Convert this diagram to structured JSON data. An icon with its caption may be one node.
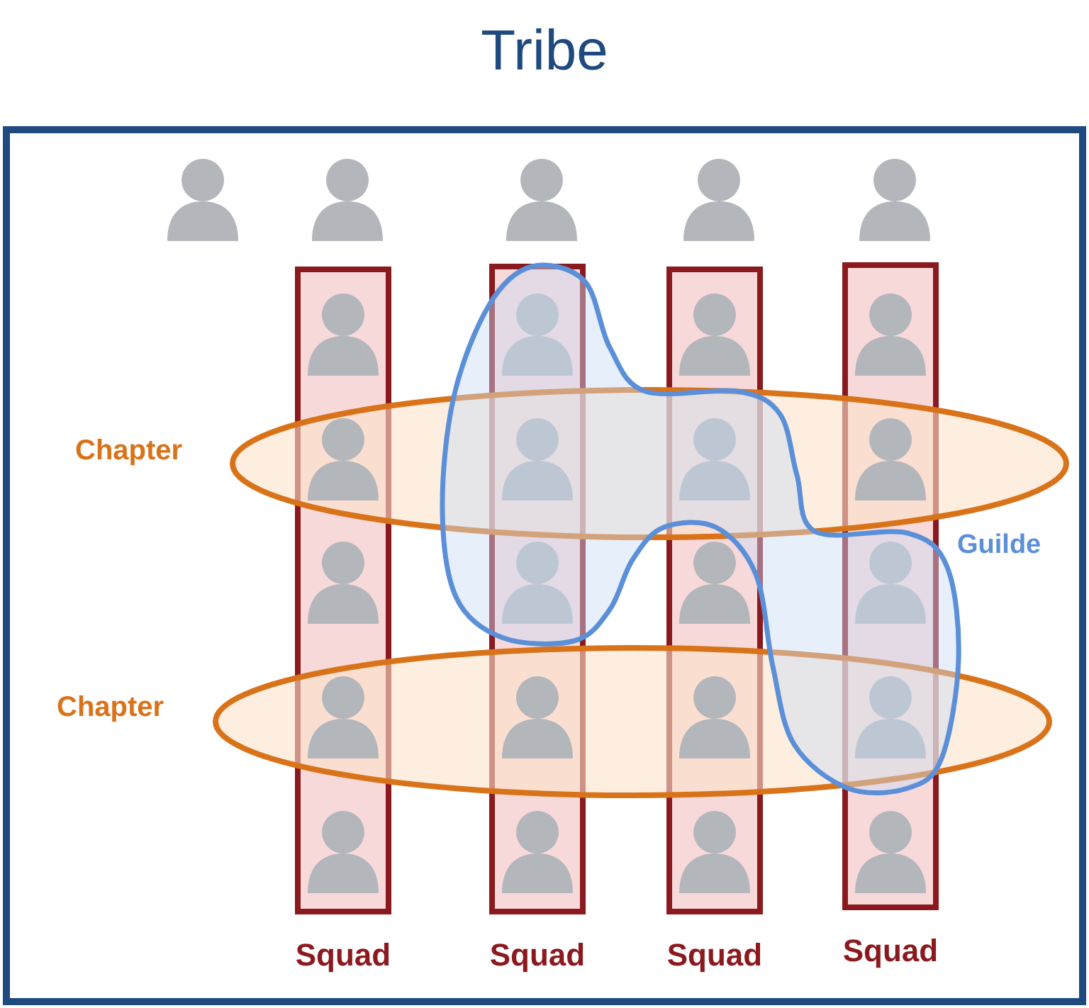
{
  "diagram": {
    "nodes": [
      {
        "text": [
          "Tribe"
        ]
      },
      {
        "text": [
          "Squad"
        ],
        "in": 0
      },
      {
        "text": [
          "Squad"
        ],
        "in": 0
      },
      {
        "text": [
          "Squad"
        ],
        "in": 0
      },
      {
        "text": [
          "Squad"
        ],
        "in": 0
      },
      {
        "text": [
          "Chapter"
        ],
        "in": 0
      },
      {
        "text": [
          "Chapter"
        ],
        "in": 0
      },
      {
        "text": [
          "Guilde"
        ],
        "in": 0
      }
    ]
  }
}
